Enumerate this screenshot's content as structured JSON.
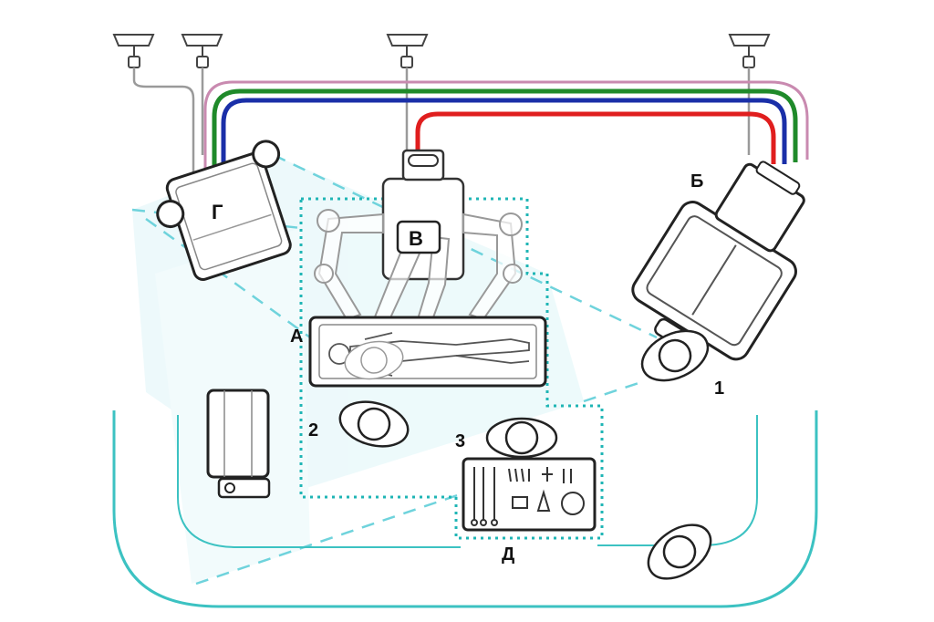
{
  "labels": {
    "A": "А",
    "B": "Б",
    "V": "В",
    "G": "Г",
    "D": "Д",
    "n1": "1",
    "n2": "2",
    "n3": "3"
  },
  "colors": {
    "cable_red": "#e01e1e",
    "cable_blue": "#1a2fa8",
    "cable_green": "#1f8a2a",
    "cable_pink": "#c98ab0",
    "zone_dots": "#1fb5b5",
    "room_wall": "#3cc2c2",
    "beam_fill": "#cdeff3",
    "outline": "#222222"
  }
}
